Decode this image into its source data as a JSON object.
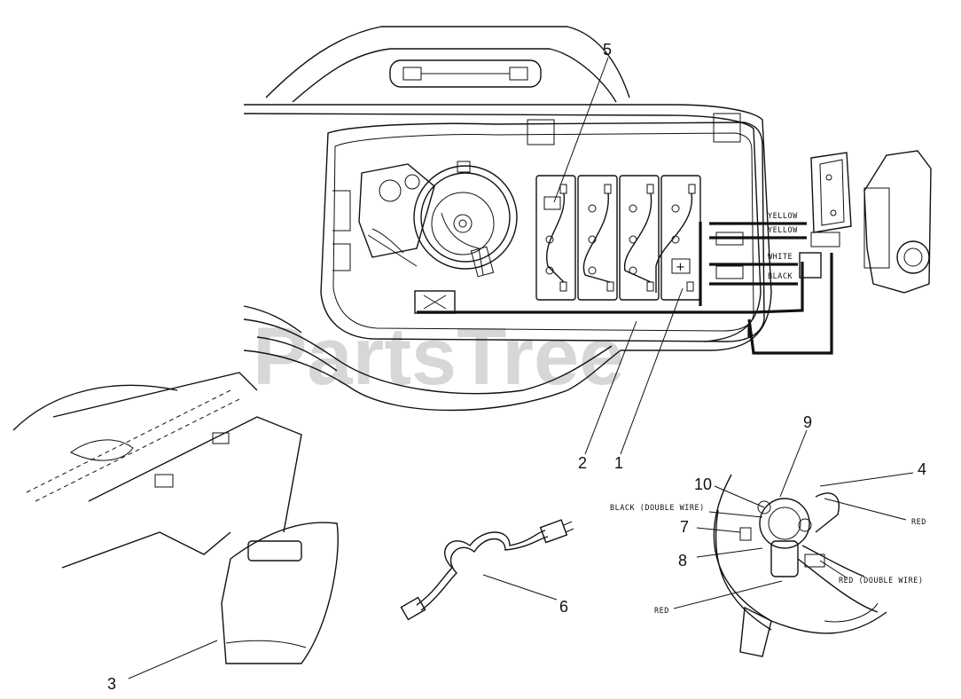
{
  "watermark": "PartsTree",
  "callouts": [
    "1",
    "2",
    "3",
    "4",
    "5",
    "6",
    "7",
    "8",
    "9",
    "10"
  ],
  "wire_labels": {
    "yellow_top": "YELLOW",
    "yellow_bottom": "YELLOW",
    "white": "WHITE",
    "black": "BLACK",
    "black_double": "BLACK (DOUBLE WIRE)",
    "red_right": "RED",
    "red_double": "RED (DOUBLE WIRE)",
    "red_bottom": "RED"
  },
  "battery_terminal": "+"
}
